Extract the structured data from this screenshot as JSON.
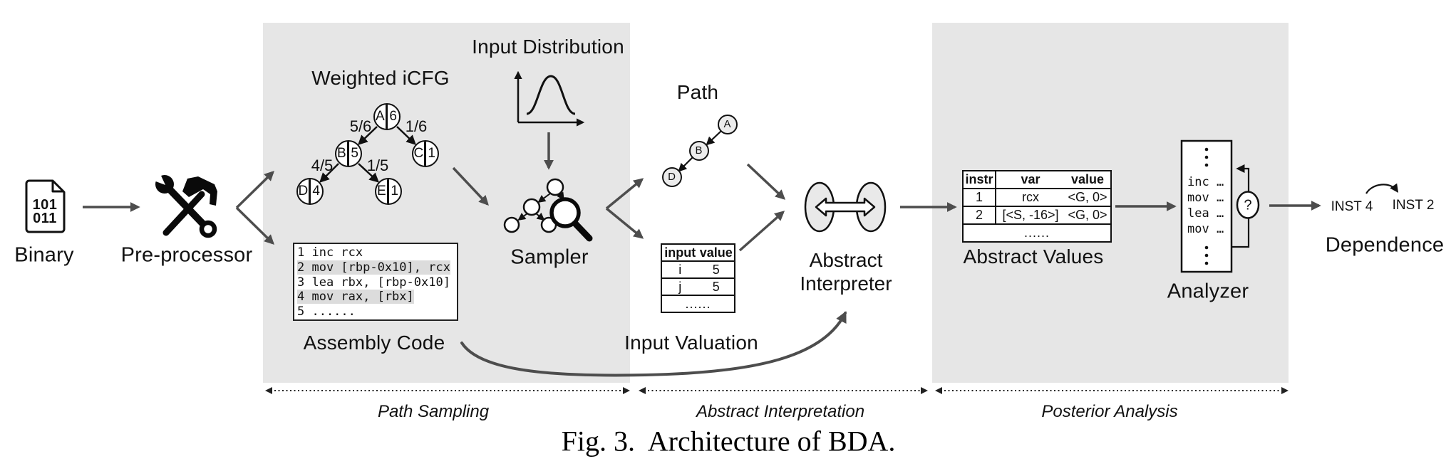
{
  "stages": {
    "binary": {
      "label": "Binary",
      "icon_line1": "101",
      "icon_line2": "011"
    },
    "preprocessor": {
      "label": "Pre-processor"
    },
    "weighted_icfg": {
      "label": "Weighted iCFG",
      "nodes": [
        {
          "id": "A",
          "count": "6"
        },
        {
          "id": "B",
          "count": "5"
        },
        {
          "id": "C",
          "count": "1"
        },
        {
          "id": "D",
          "count": "4"
        },
        {
          "id": "E",
          "count": "1"
        }
      ],
      "edges": [
        {
          "from": "A",
          "to": "B",
          "prob": "5/6"
        },
        {
          "from": "A",
          "to": "C",
          "prob": "1/6"
        },
        {
          "from": "B",
          "to": "D",
          "prob": "4/5"
        },
        {
          "from": "B",
          "to": "E",
          "prob": "1/5"
        }
      ]
    },
    "input_distribution": {
      "label": "Input Distribution"
    },
    "sampler": {
      "label": "Sampler"
    },
    "assembly": {
      "label": "Assembly Code",
      "lines": [
        {
          "text": "1 inc rcx",
          "highlighted": false
        },
        {
          "text": "2 mov [rbp-0x10], rcx",
          "highlighted": true
        },
        {
          "text": "3 lea rbx, [rbp-0x10]",
          "highlighted": false
        },
        {
          "text": "4 mov rax, [rbx]",
          "highlighted": true
        },
        {
          "text": "5 ......",
          "highlighted": false
        }
      ]
    },
    "path": {
      "label": "Path",
      "nodes": [
        "A",
        "B",
        "D"
      ]
    },
    "input_valuation": {
      "label": "Input Valuation",
      "headers": [
        "input",
        "value"
      ],
      "rows": [
        [
          "i",
          "5"
        ],
        [
          "j",
          "5"
        ]
      ],
      "ellipsis": "......"
    },
    "abstract_interpreter": {
      "label": "Abstract Interpreter"
    },
    "abstract_values": {
      "label": "Abstract Values",
      "headers": [
        "instr",
        "var",
        "value"
      ],
      "rows": [
        [
          "1",
          "rcx",
          "<G, 0>"
        ],
        [
          "2",
          "[<S, -16>]",
          "<G, 0>"
        ]
      ],
      "ellipsis": "......"
    },
    "analyzer": {
      "label": "Analyzer",
      "code_lines": [
        "inc …",
        "mov …",
        "lea …",
        "mov …"
      ],
      "question_mark": "?"
    },
    "dependence": {
      "label": "Dependence",
      "inst_from": "INST 4",
      "inst_to": "INST 2"
    }
  },
  "sections": {
    "path_sampling": "Path Sampling",
    "abstract_interpretation": "Abstract Interpretation",
    "posterior_analysis": "Posterior Analysis"
  },
  "caption": "Fig. 3.  Architecture of BDA.",
  "colors": {
    "panel_bg": "#e6e6e6",
    "arrow": "#4d4d4d",
    "ink": "#111111",
    "code_highlight": "#dcdcdc",
    "path_node_fill": "#ececec",
    "interpreter_fill": "#e9e9e9"
  }
}
